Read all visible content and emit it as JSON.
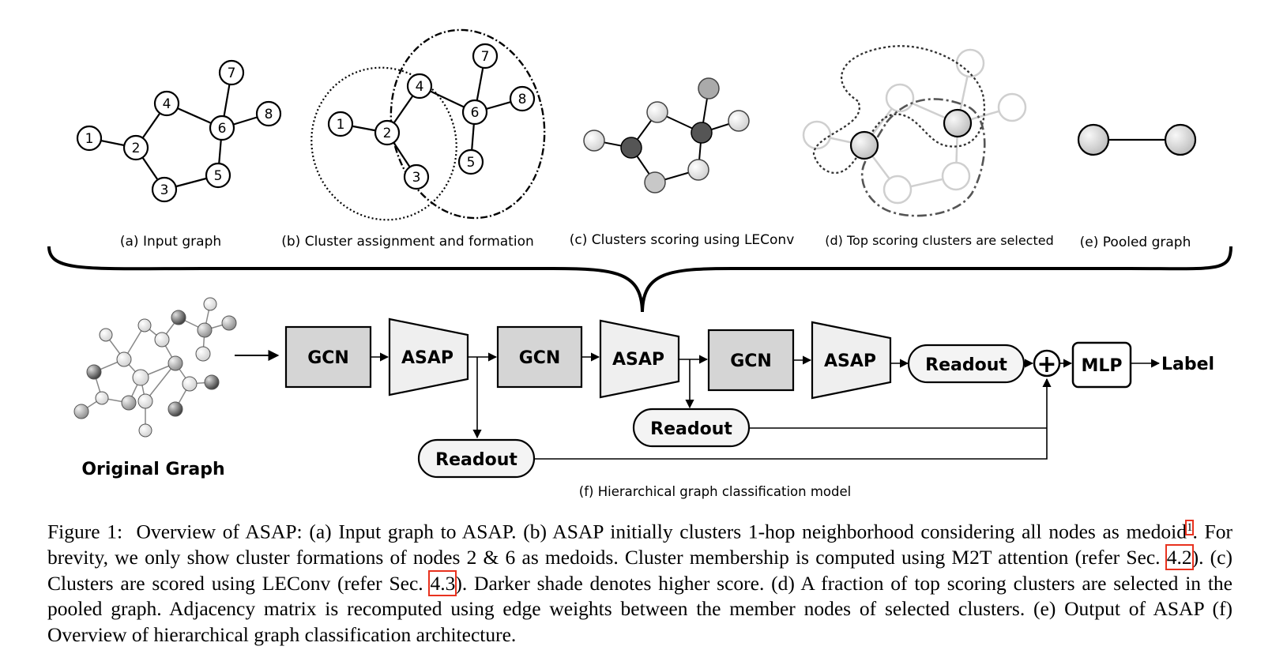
{
  "subfigures": {
    "a": "(a) Input graph",
    "b": "(b) Cluster assignment and formation",
    "c": "(c) Clusters scoring using LEConv",
    "d": "(d) Top scoring clusters are selected",
    "e": "(e) Pooled graph",
    "f": "(f) Hierarchical graph classification model"
  },
  "node_labels": [
    "1",
    "2",
    "3",
    "4",
    "5",
    "6",
    "7",
    "8"
  ],
  "pipeline": {
    "original_graph": "Original Graph",
    "gcn": "GCN",
    "asap": "ASAP",
    "readout": "Readout",
    "mlp": "MLP",
    "output": "Label",
    "sum_symbol": "+"
  },
  "caption": {
    "figure_label": "Figure 1:",
    "part1": "Overview of ASAP: (a) Input graph to ASAP. (b) ASAP initially clusters 1-hop neighborhood considering all nodes as medoid",
    "footnote": "1",
    "part2": ". For brevity, we only show cluster formations of nodes 2 & 6 as medoids. Cluster membership is computed using M2T attention (refer Sec. ",
    "ref1": "4.2",
    "part3": "). (c) Clusters are scored using LEConv (refer Sec. ",
    "ref2": "4.3",
    "part4": "). Darker shade denotes higher score. (d) A fraction of top scoring clusters are selected in the pooled graph. Adjacency matrix is recomputed using edge weights between the member nodes of selected clusters. (e) Output of ASAP (f) Overview of hierarchical graph classification architecture."
  },
  "colors": {
    "gcn_fill": "#d5d5d5",
    "asap_fill": "#efefef",
    "readout_fill": "#f4f4f4",
    "reference_box": "#e8321f",
    "dark_node": "#555555",
    "light_node": "#f4f4f4"
  }
}
